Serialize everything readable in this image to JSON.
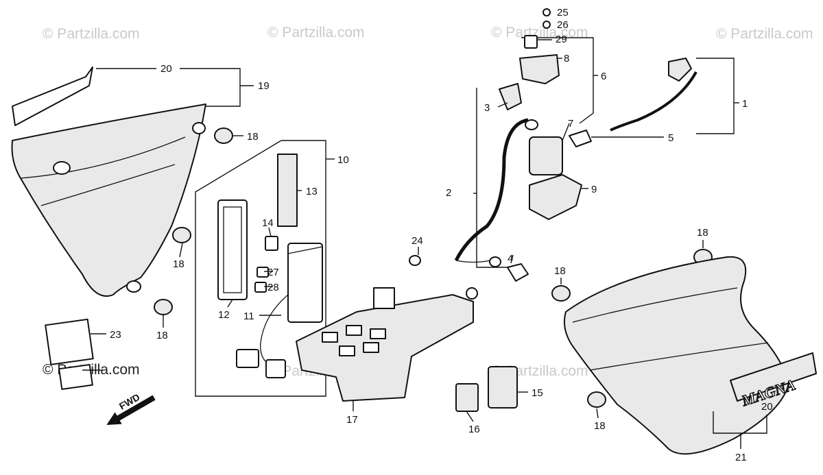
{
  "watermark": {
    "text": "© Partzilla.com"
  },
  "labels": {
    "c1": "1",
    "c2": "2",
    "c3": "3",
    "c4": "4",
    "c5": "5",
    "c6": "6",
    "c7": "7",
    "c8": "8",
    "c9": "9",
    "c10": "10",
    "c11": "11",
    "c12": "12",
    "c13": "13",
    "c14": "14",
    "c15": "15",
    "c16": "16",
    "c17": "17",
    "c18a": "18",
    "c18b": "18",
    "c18c": "18",
    "c18d": "18",
    "c18e": "18",
    "c18f": "18",
    "c19": "19",
    "c20a": "20",
    "c20b": "20",
    "c21": "21",
    "c23": "23",
    "c24": "24",
    "c25": "25",
    "c26": "26",
    "c27": "27",
    "c28": "28",
    "c29": "29"
  },
  "fwd": "FWD",
  "emblem": "MAGNA"
}
